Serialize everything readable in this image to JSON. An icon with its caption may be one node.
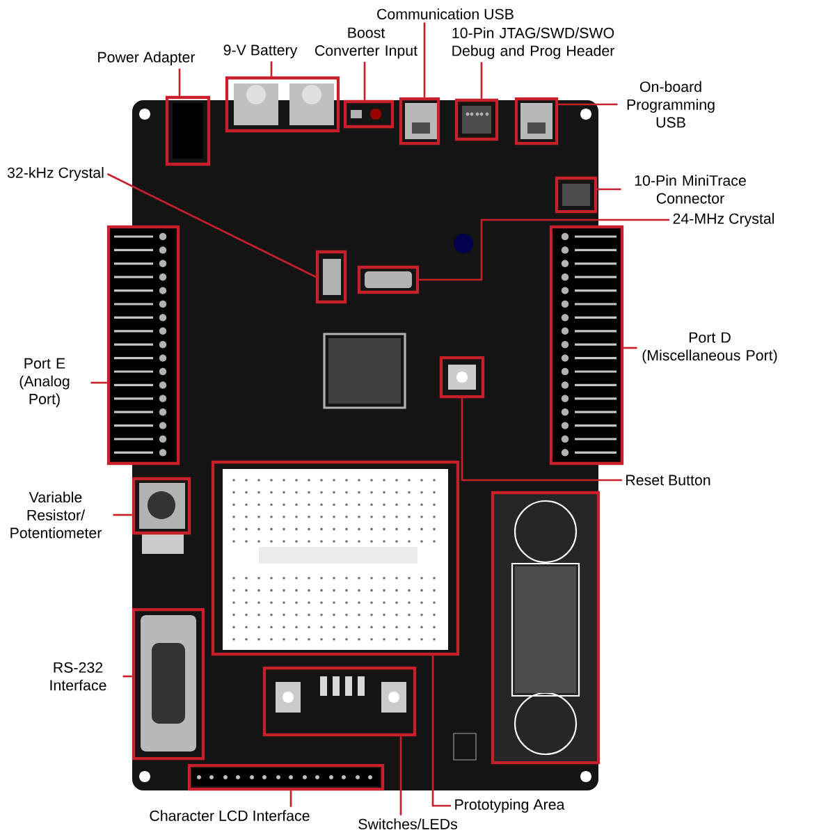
{
  "diagram": {
    "nodes": [
      {
        "text": [
          "Communication USB"
        ]
      },
      {
        "text": [],
        "shape": "box"
      },
      {
        "text": [
          "Boost Converter Input"
        ]
      },
      {
        "text": [],
        "shape": "box"
      },
      {
        "text": [
          "10-Pin JTAG/SWD/SWO Debug and Prog Header"
        ]
      },
      {
        "text": [],
        "shape": "box"
      },
      {
        "text": [
          "9-V Battery"
        ]
      },
      {
        "text": [],
        "shape": "box"
      },
      {
        "text": [
          "Power Adapter"
        ]
      },
      {
        "text": [],
        "shape": "box"
      },
      {
        "text": [
          "On-board Programming USB"
        ]
      },
      {
        "text": [],
        "shape": "box"
      },
      {
        "text": [
          "32-kHz Crystal"
        ]
      },
      {
        "text": [],
        "shape": "box"
      },
      {
        "text": [
          "10-Pin MiniTrace Connector"
        ]
      },
      {
        "text": [],
        "shape": "box"
      },
      {
        "text": [
          "24-MHz Crystal"
        ]
      },
      {
        "text": [],
        "shape": "box"
      },
      {
        "text": [
          "Port E (Analog Port)"
        ]
      },
      {
        "text": [],
        "shape": "box"
      },
      {
        "text": [
          "Port D (Miscellaneous Port)"
        ]
      },
      {
        "text": [],
        "shape": "box"
      },
      {
        "text": [
          "Reset Button"
        ]
      },
      {
        "text": [],
        "shape": "box"
      },
      {
        "text": [
          "Variable Resistor/ Potentiometer"
        ]
      },
      {
        "text": [],
        "shape": "box"
      },
      {
        "text": [
          "RS-232 Interface"
        ]
      },
      {
        "text": [],
        "shape": "box"
      },
      {
        "text": [],
        "shape": "box"
      },
      {
        "text": [
          "Prototyping Area"
        ]
      },
      {
        "text": [],
        "shape": "box"
      },
      {
        "text": [
          "Character LCD Interface"
        ]
      },
      {
        "text": [],
        "shape": "box"
      },
      {
        "text": [
          "Switches/LEDs"
        ]
      },
      {
        "text": [],
        "shape": "box"
      }
    ],
    "edges": [
      {
        "from": 0,
        "to": 1,
        "arrow": "none"
      },
      {
        "from": 2,
        "to": 3,
        "arrow": "none"
      },
      {
        "from": 4,
        "to": 5,
        "arrow": "none"
      },
      {
        "from": 6,
        "to": 7,
        "arrow": "none"
      },
      {
        "from": 8,
        "to": 9,
        "arrow": "none"
      },
      {
        "from": 10,
        "to": 11,
        "arrow": "none"
      },
      {
        "from": 12,
        "to": 13,
        "arrow": "none"
      },
      {
        "from": 14,
        "to": 15,
        "arrow": "none"
      },
      {
        "from": 16,
        "to": 17,
        "arrow": "none"
      },
      {
        "from": 18,
        "to": 19,
        "arrow": "none"
      },
      {
        "from": 20,
        "to": 21,
        "arrow": "none"
      },
      {
        "from": 22,
        "to": 23,
        "arrow": "none"
      },
      {
        "from": 24,
        "to": 25,
        "arrow": "none"
      },
      {
        "from": 26,
        "to": 27,
        "arrow": "none"
      },
      {
        "from": 29,
        "to": 30,
        "arrow": "none"
      },
      {
        "from": 31,
        "to": 32,
        "arrow": "none"
      },
      {
        "from": 33,
        "to": 34,
        "arrow": "none"
      }
    ]
  }
}
